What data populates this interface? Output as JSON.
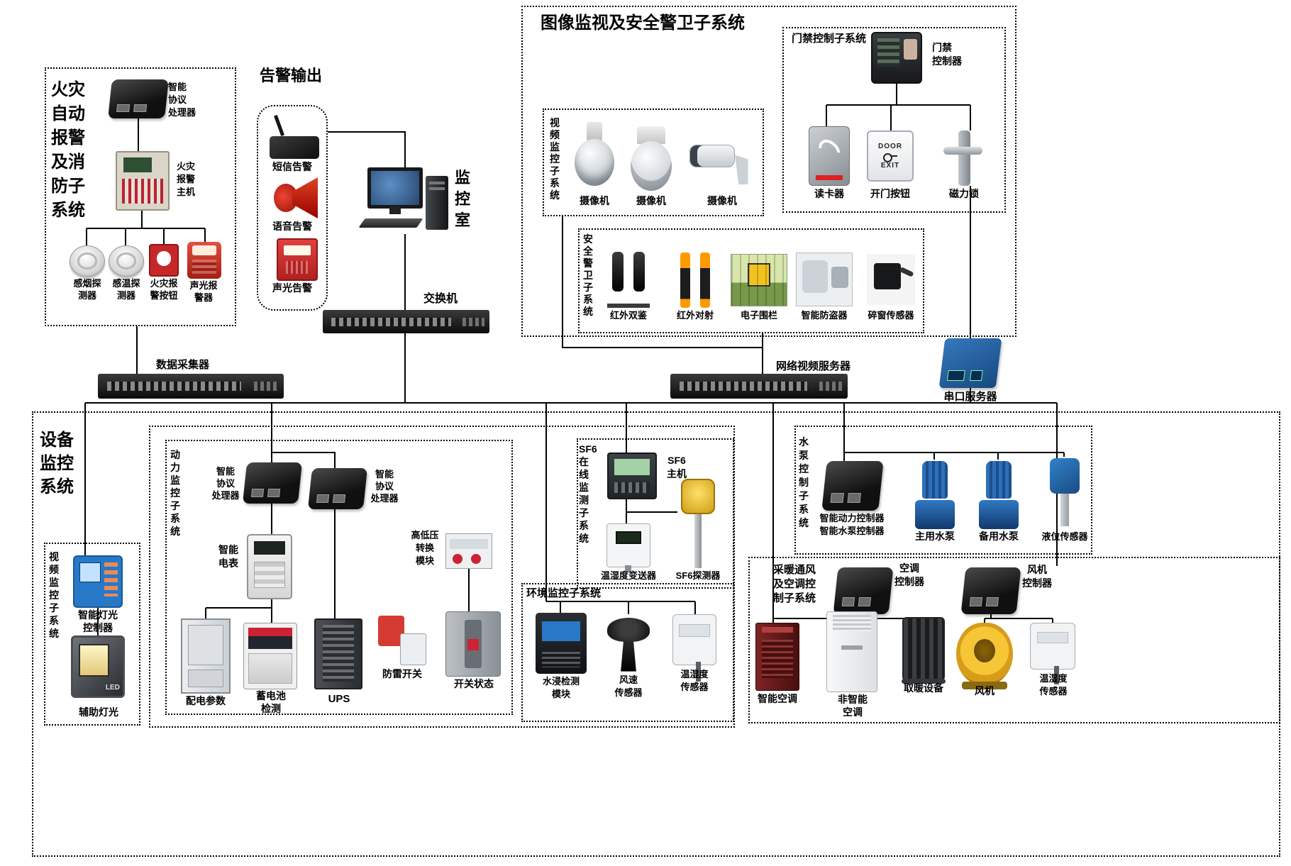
{
  "fire_system": {
    "title": "火灾\n自动\n报警\n及消\n防子\n系统",
    "protocol_processor": "智能\n协议\n处理器",
    "alarm_host": "火灾\n报警\n主机",
    "smoke_detector": "感烟探\n测器",
    "heat_detector": "感温探\n测器",
    "alarm_button": "火灾报\n警按钮",
    "sound_light_alarm": "声光报\n警器"
  },
  "alarm_output": {
    "title": "告警输出",
    "sms": "短信告警",
    "voice": "语音告警",
    "sound_light": "声光告警"
  },
  "monitor_room": {
    "label": "监\n控\n室"
  },
  "backbone": {
    "switch": "交换机",
    "collector": "数据采集器",
    "nvr": "网络视频服务器",
    "serial": "串口服务器"
  },
  "surveillance": {
    "title": "图像监视及安全警卫子系统",
    "video_sub": {
      "title": "视\n频\n监\n控\n子\n系\n统",
      "cam1": "摄像机",
      "cam2": "摄像机",
      "cam3": "摄像机"
    },
    "access": {
      "title": "门禁控制子系统",
      "controller": "门禁\n控制器",
      "card_reader": "读卡器",
      "door_button": "开门按钮",
      "maglock": "磁力锁",
      "door_btn_text": "DOOR",
      "exit_text": "EXIT"
    },
    "guard": {
      "title": "安\n全\n警\n卫\n子\n系\n统",
      "ir_dual": "红外双鉴",
      "ir_beam": "红外对射",
      "fence": "电子围栏",
      "antitheft": "智能防盗器",
      "glass": "碎窗传感器"
    }
  },
  "equipment": {
    "title": "设备\n监控\n系统",
    "video_sub": {
      "title": "视\n频\n监\n控\n子\n系\n统",
      "light_ctrl": "智能灯光\n控制器",
      "aux_light": "辅助灯光",
      "led": "LED"
    },
    "power": {
      "title": "动\n力\n监\n控\n子\n系\n统",
      "proto1": "智能\n协议\n处理器",
      "proto2": "智能\n协议\n处理器",
      "meter": "智能\n电表",
      "hv_module": "高低压\n转换\n模块",
      "dist_params": "配电参数",
      "battery": "蓄电池\n检测",
      "ups": "UPS",
      "spd": "防雷开关",
      "breaker": "开关状态"
    },
    "sf6": {
      "title": "SF6\n在\n线\n监\n测\n子\n系\n统",
      "host": "SF6\n主机",
      "transmitter": "温湿度变送器",
      "detector": "SF6探测器"
    },
    "env": {
      "title": "环境监控子系统",
      "water": "水浸检测\n模块",
      "wind": "风速\n传感器",
      "th": "温湿度\n传感器"
    },
    "pump": {
      "title": "水\n泵\n控\n制\n子\n系\n统",
      "controller": "智能动力控制器\n智能水泵控制器",
      "main_pump": "主用水泵",
      "backup_pump": "备用水泵",
      "level": "液位传感器"
    },
    "hvac": {
      "title": "采暖通风\n及空调控\n制子系统",
      "ac_ctrl": "空调\n控制器",
      "fan_ctrl": "风机\n控制器",
      "smart_ac": "智能空调",
      "plain_ac": "非智能\n空调",
      "heater": "取暖设备",
      "fan": "风机",
      "th": "温湿度\n传感器"
    }
  }
}
